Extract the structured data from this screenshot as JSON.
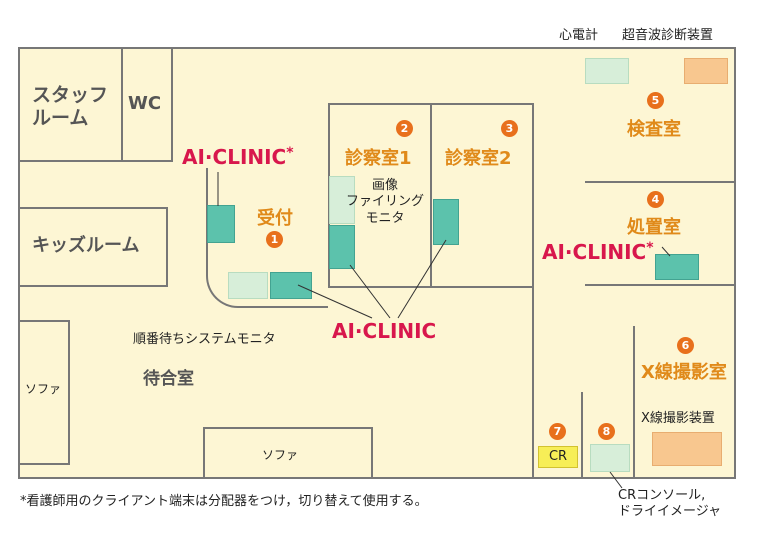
{
  "rooms": {
    "staff": "スタッフ\nルーム",
    "wc": "WC",
    "kids": "キッズルーム",
    "reception": "受付",
    "exam1": "診察室1",
    "exam2": "診察室2",
    "lab": "検査室",
    "treatment": "処置室",
    "xray": "X線撮影室",
    "waiting": "待合室"
  },
  "numbers": {
    "reception": "1",
    "exam1": "2",
    "exam2": "3",
    "treatment": "4",
    "lab": "5",
    "xray": "6",
    "cr": "7",
    "cr_console": "8"
  },
  "brand": {
    "name": "AI·CLINIC",
    "star": "*"
  },
  "labels": {
    "ecg": "心電計",
    "ultrasound": "超音波診断装置",
    "image_filing": "画像\nファイリング\nモニタ",
    "queue_monitor": "順番待ちシステムモニタ",
    "sofa": "ソファ",
    "xray_device": "X線撮影装置",
    "cr": "CR",
    "cr_console": "CRコンソール,\nドライイメージャ"
  },
  "footnote": "*看護師用のクライアント端末は分配器をつけ，切り替えて使用する。",
  "colors": {
    "floor": "#fdf6d4",
    "wall": "#777777",
    "brand": "#d8174c",
    "room_label": "#e08a1a",
    "badge": "#e8701c",
    "device_teal": "#5cc2ac",
    "device_light": "#d7eed9",
    "device_orange": "#f8c78f",
    "device_yellow": "#f7ee57"
  }
}
